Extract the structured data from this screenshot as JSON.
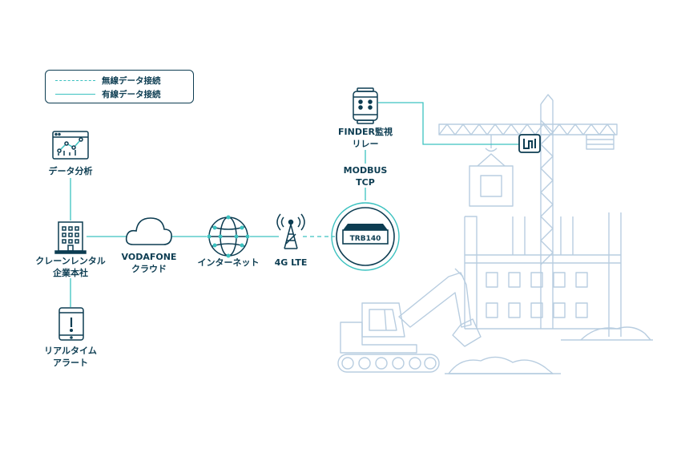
{
  "legend": {
    "wireless": "無線データ接続",
    "wired": "有線データ接続"
  },
  "nodes": {
    "data_analysis": "データ分析",
    "hq_line1": "クレーンレンタル",
    "hq_line2": "企業本社",
    "alert_line1": "リアルタイム",
    "alert_line2": "アラート",
    "cloud_line1": "VODAFONE",
    "cloud_line2": "クラウド",
    "internet": "インターネット",
    "lte": "4G LTE",
    "router": "TRB140",
    "modbus_line1": "MODBUS",
    "modbus_line2": "TCP",
    "finder_line1": "FINDER監視",
    "finder_line2": "リレー"
  },
  "colors": {
    "dark": "#0d3d52",
    "accent": "#3cc2c0",
    "light": "#b8cde0"
  }
}
